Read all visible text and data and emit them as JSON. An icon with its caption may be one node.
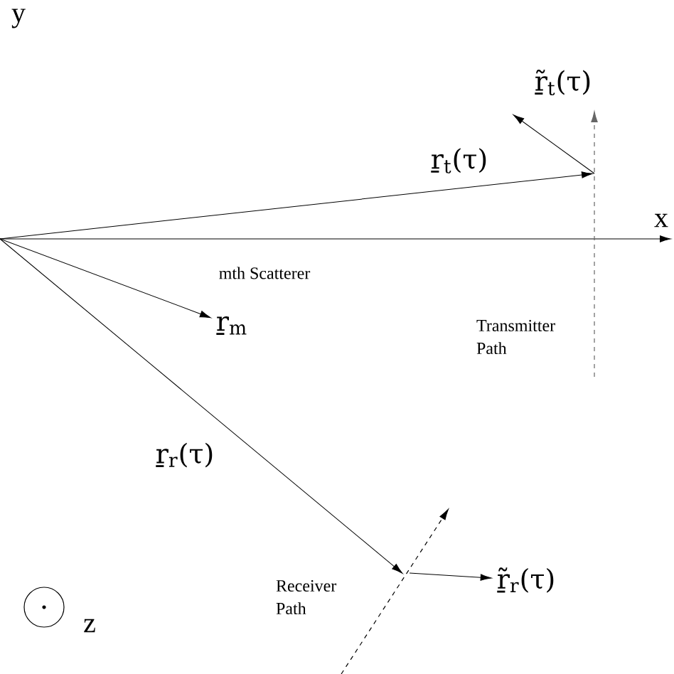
{
  "diagram": {
    "nodes": [
      {
        "text": [
          "ṟ$_{m}$"
        ]
      },
      {
        "text": [
          "ṟ̃$_{r}$(τ)"
        ]
      }
    ],
    "edges": [
      {
        "from": null,
        "to": 0,
        "arrow": "to"
      },
      {
        "from": null,
        "to": 1,
        "arrow": "to"
      }
    ],
    "labels": [
      "y",
      "ṟ̃$_{t}$(τ)",
      "ṟ$_{t}$(τ)",
      "x",
      "mth Scatterer",
      "Transmitter Path",
      "ṟ$_{r}$(τ)",
      "z",
      "Receiver Path"
    ]
  }
}
